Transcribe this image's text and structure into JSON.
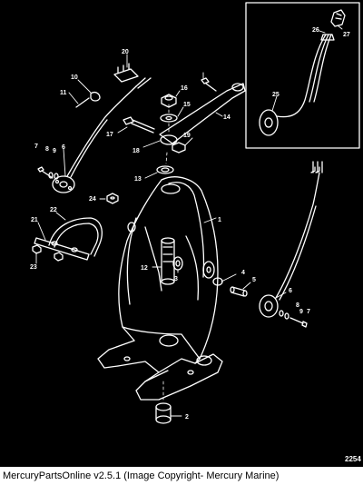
{
  "colors": {
    "background": "#000000",
    "line": "#ffffff",
    "footer_bg": "#ffffff",
    "footer_text": "#000000"
  },
  "callouts": {
    "c1": "1",
    "c2": "2",
    "c3": "3",
    "c4": "4",
    "c5": "5",
    "c6": "6",
    "c7": "7",
    "c8": "8",
    "c9": "9",
    "c10": "10",
    "c11": "11",
    "c12": "12",
    "c13": "13",
    "c14": "14",
    "c15": "15",
    "c16": "16",
    "c17": "17",
    "c18": "18",
    "c19": "19",
    "c20": "20",
    "c21": "21",
    "c22": "22",
    "c23": "23",
    "c24": "24",
    "c25": "25",
    "c26": "26",
    "c27": "27"
  },
  "figure_number": "2254",
  "footer": {
    "text": "MercuryPartsOnline v2.5.1 (Image Copyright- Mercury Marine)"
  }
}
